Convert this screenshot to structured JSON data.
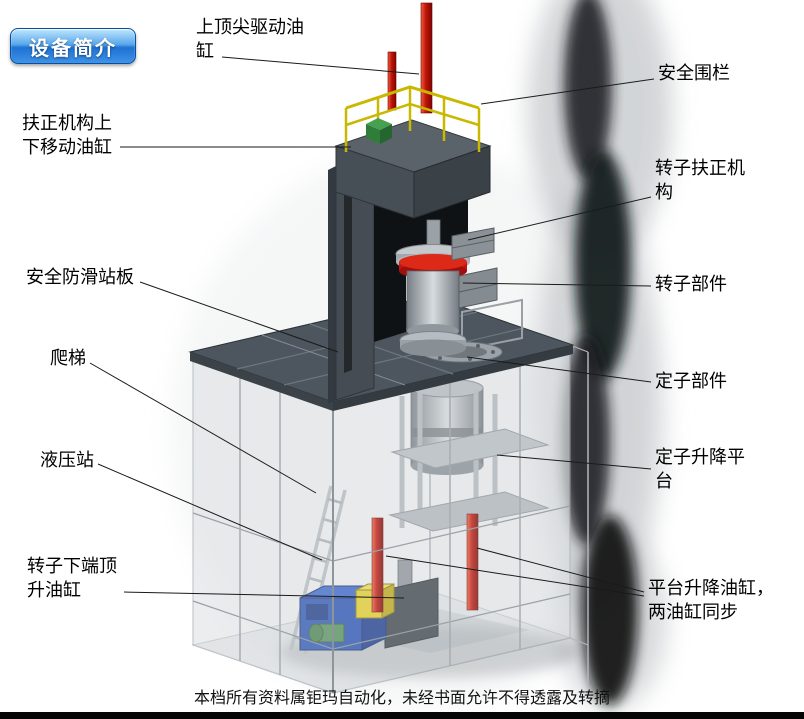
{
  "page": {
    "badge": "设备简介",
    "footer": "本档所有资料属钜玛自动化，未经书面允许不得透露及转摘"
  },
  "labels": {
    "top_cylinder": "上顶尖驱动油缸",
    "safety_fence": "安全围栏",
    "centering_cylinder": "扶正机构上下移动油缸",
    "rotor_centering": "转子扶正机构",
    "antislip_plate": "安全防滑站板",
    "rotor_part": "转子部件",
    "ladder": "爬梯",
    "stator_part": "定子部件",
    "hydraulic_station": "液压站",
    "stator_platform": "定子升降平台",
    "rotor_jack_cylinder": "转子下端顶升油缸",
    "platform_cylinders": "平台升降油缸，两油缸同步"
  },
  "colors": {
    "badge_blue": "#1e72d2",
    "cylinder_red": "#c41414",
    "railing_yellow": "#c9b800",
    "hydraulic_blue": "#2b55b5",
    "accent_yellow": "#e3cf2e",
    "platform_gray": "#4d565e",
    "frame_gray": "#9aa0a6"
  }
}
